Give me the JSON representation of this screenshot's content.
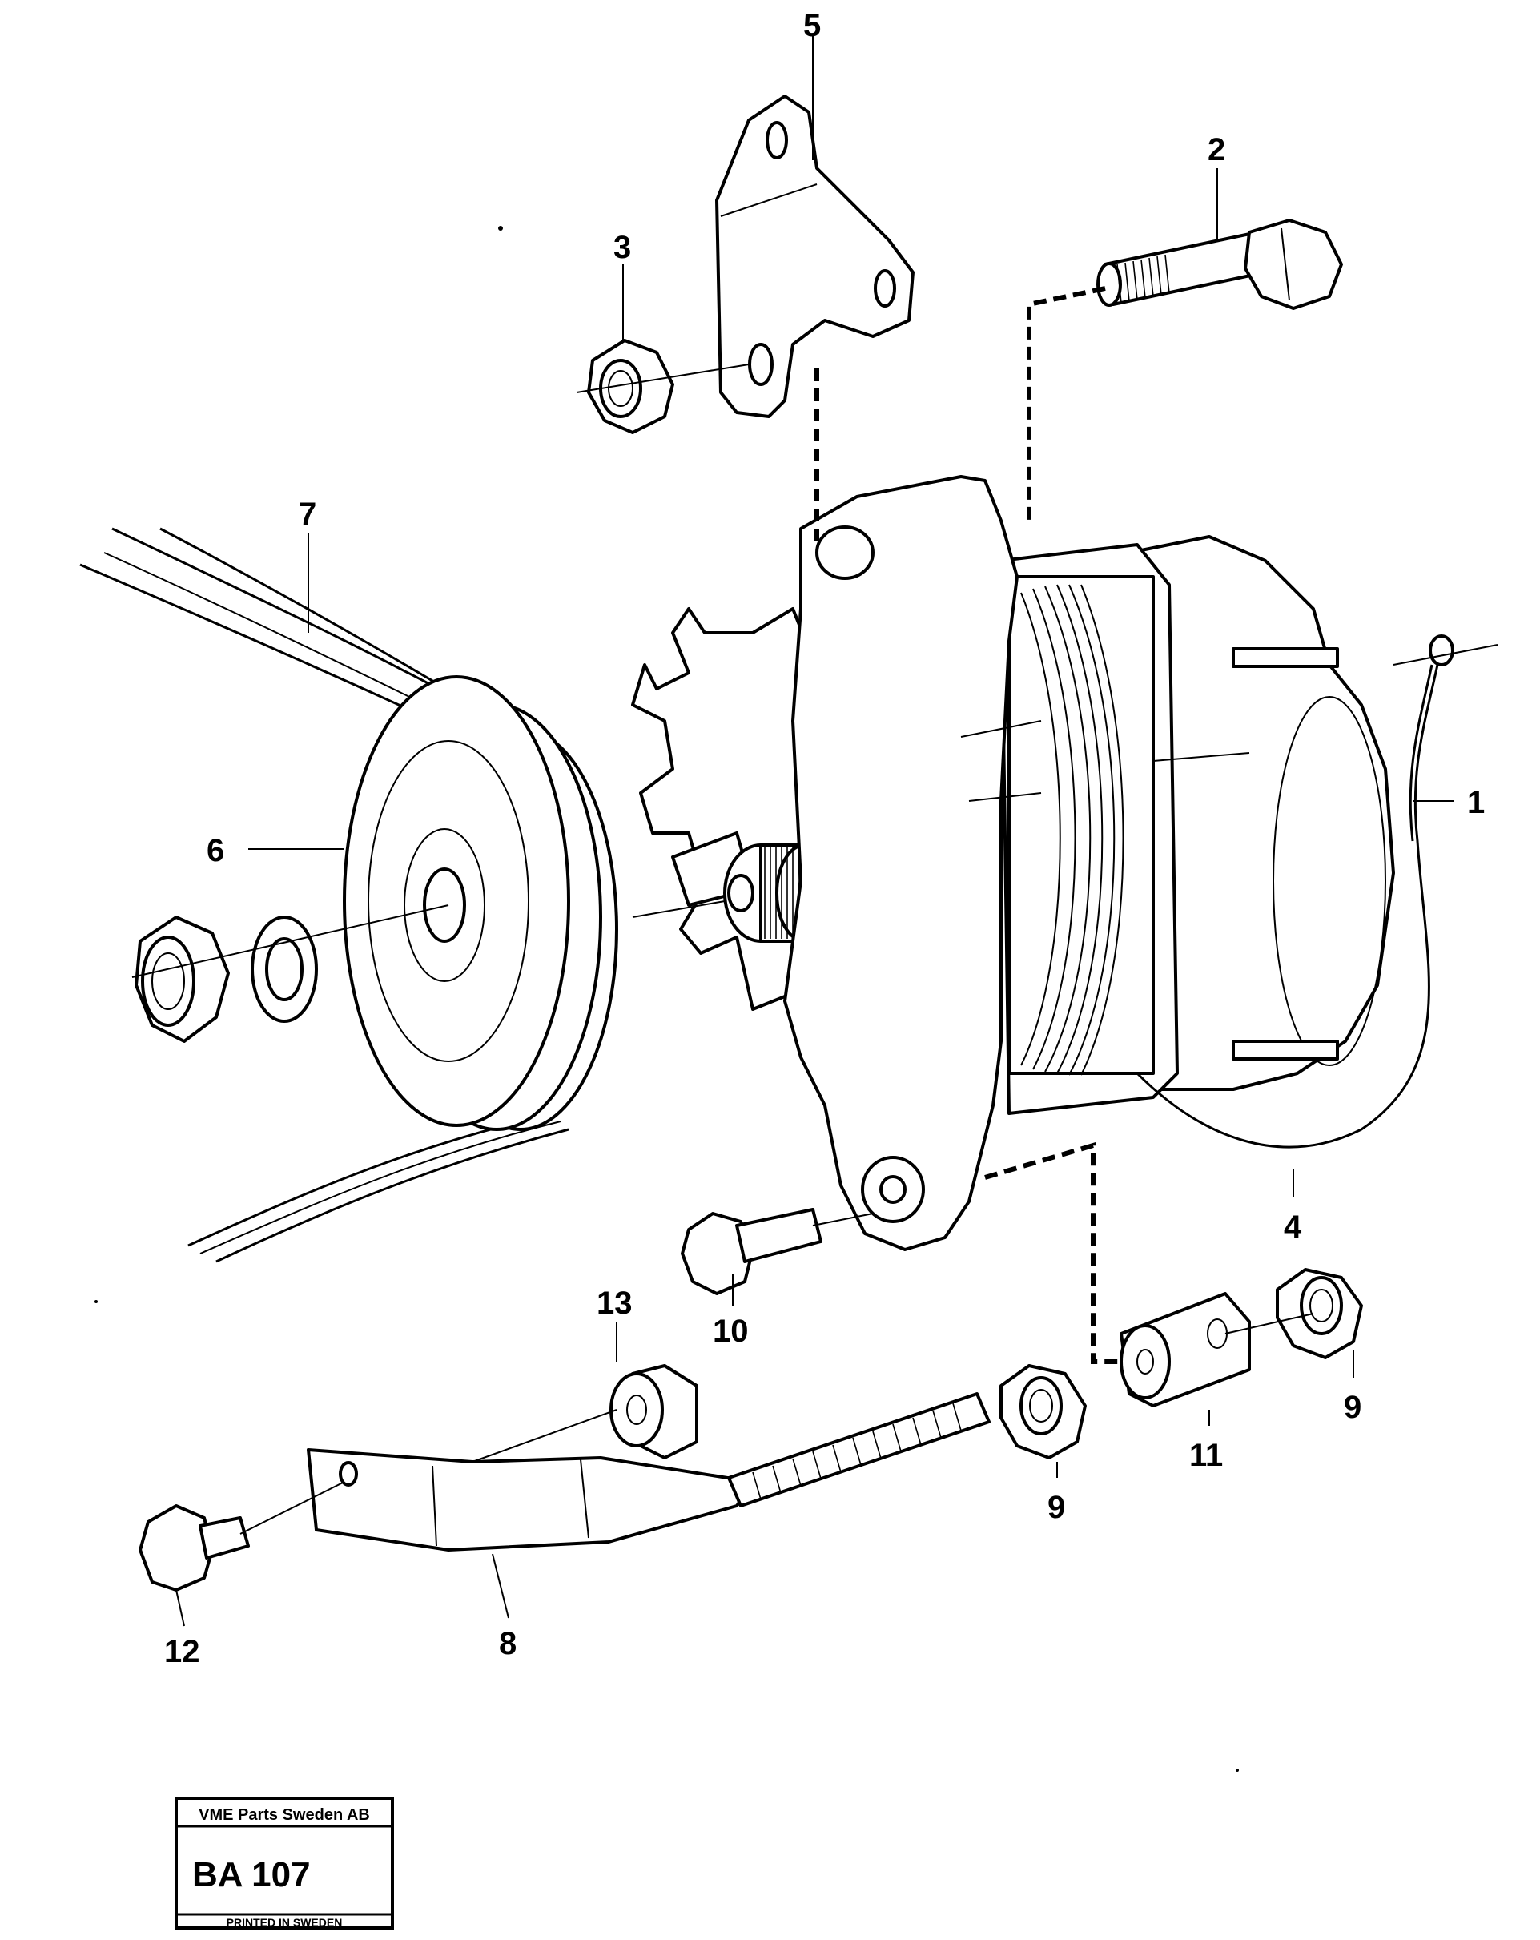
{
  "callouts": {
    "c1": "1",
    "c2": "2",
    "c3": "3",
    "c4": "4",
    "c5": "5",
    "c6": "6",
    "c7": "7",
    "c8": "8",
    "c9a": "9",
    "c9b": "9",
    "c10": "10",
    "c11": "11",
    "c12": "12",
    "c13": "13"
  },
  "stamp": {
    "company": "VME Parts Sweden AB",
    "code": "BA 107",
    "printed": "PRINTED IN SWEDEN"
  }
}
